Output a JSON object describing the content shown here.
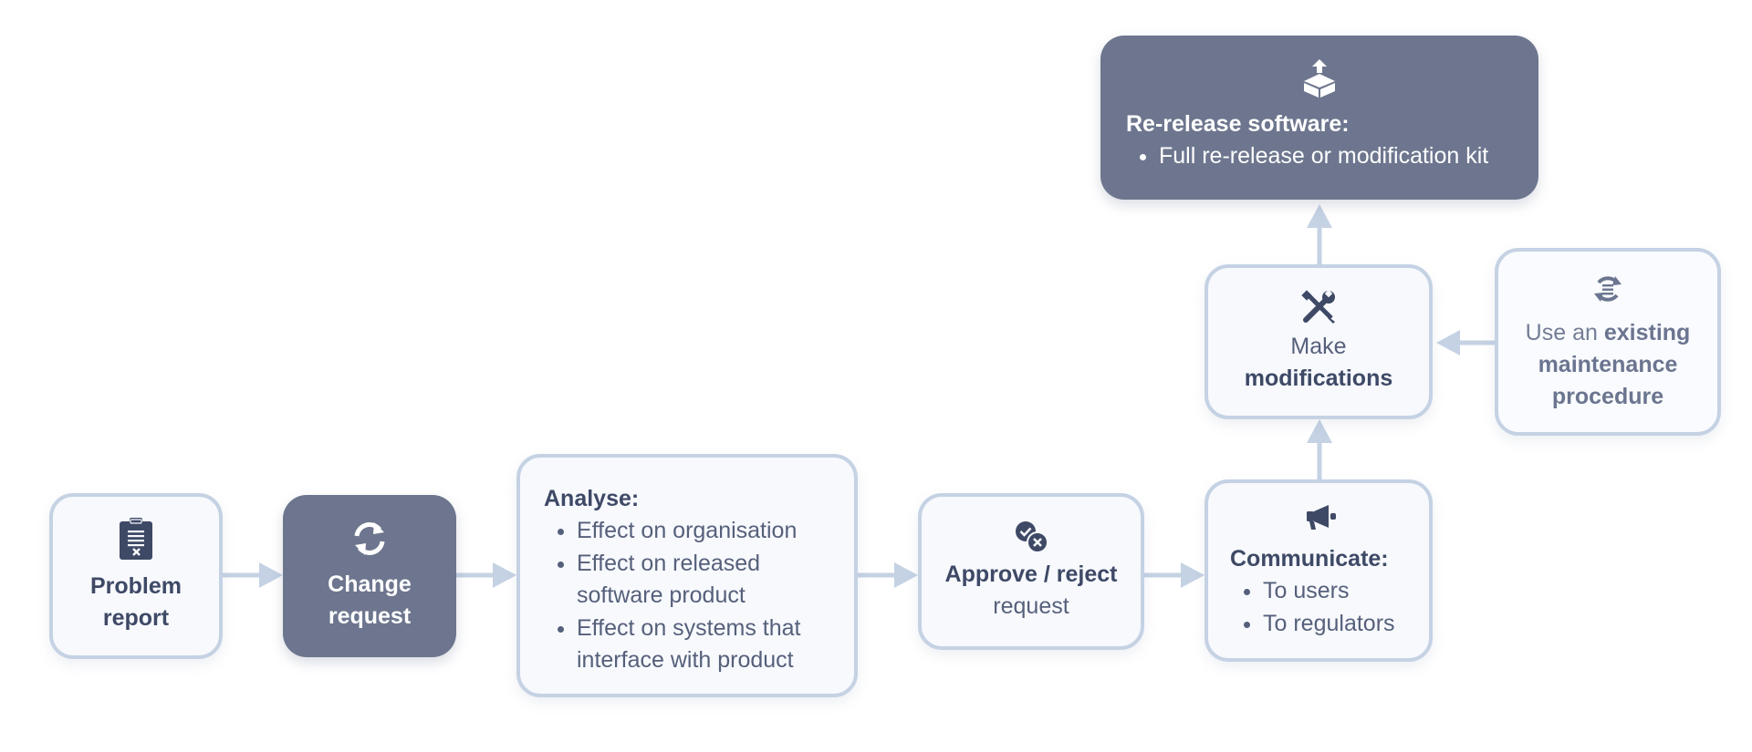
{
  "colors": {
    "connector": "#c5d2e4",
    "dark_box": "#6d768e",
    "text": "#3e4966"
  },
  "nodes": {
    "problem_report": {
      "icon": "clipboard-x-icon",
      "line1": "Problem",
      "line2": "report"
    },
    "change_request": {
      "icon": "refresh-icon",
      "line1": "Change",
      "line2": "request"
    },
    "analyse": {
      "title": "Analyse:",
      "bullets": [
        "Effect on organisation",
        "Effect on released",
        "software product",
        "Effect on systems that",
        "interface with product"
      ],
      "items": [
        "Effect on organisation",
        "Effect on released software product",
        "Effect on systems that interface with product"
      ]
    },
    "approve": {
      "icon": "check-x-icon",
      "bold": "Approve / reject",
      "regular": "request"
    },
    "communicate": {
      "icon": "megaphone-icon",
      "title": "Communicate:",
      "items": [
        "To users",
        "To regulators"
      ]
    },
    "modifications": {
      "icon": "tools-icon",
      "regular": "Make",
      "bold": "modifications"
    },
    "maintenance": {
      "icon": "cycle-icon",
      "prefix": "Use an",
      "bold1": "existing",
      "bold2": "maintenance",
      "bold3": "procedure"
    },
    "rerelease": {
      "icon": "box-upload-icon",
      "title": "Re-release software:",
      "items": [
        "Full re-release or modification kit"
      ]
    }
  }
}
